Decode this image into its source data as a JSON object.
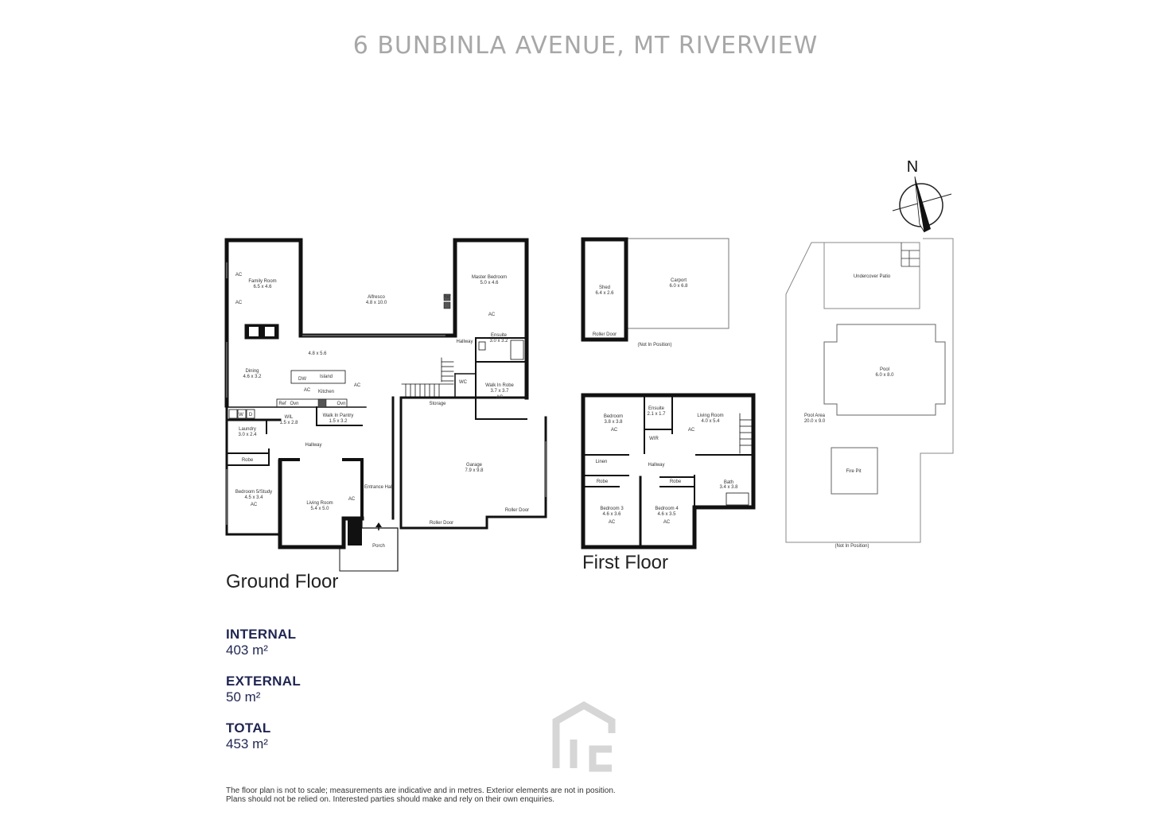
{
  "title": "6 BUNBINLA AVENUE, MT RIVERVIEW",
  "compass": {
    "label": "N"
  },
  "floors": {
    "ground": "Ground Floor",
    "first": "First Floor"
  },
  "ground_rooms": {
    "family": {
      "name": "Family Room",
      "dim": "6.5 x 4.6"
    },
    "alfresco": {
      "name": "Alfresco",
      "dim": "4.8 x 10.0"
    },
    "master": {
      "name": "Master Bedroom",
      "dim": "5.0 x 4.6"
    },
    "open_plan": {
      "dim": "4.8 x 5.6"
    },
    "dining": {
      "name": "Dining",
      "dim": "4.6 x 3.2"
    },
    "ensuite": {
      "name": "Ensuite",
      "dim": "3.0 x 3.2"
    },
    "wir_master": {
      "name": "Walk In Robe",
      "dim": "3.7 x 3.7"
    },
    "island": "Island",
    "kitchen": "Kitchen",
    "hallway_upper": "Hallway",
    "wc": "WC",
    "storage": "Storage",
    "wil": {
      "name": "WIL",
      "dim": "1.5 x 2.8"
    },
    "pantry": {
      "name": "Walk In Pantry",
      "dim": "1.5 x 3.2"
    },
    "laundry": {
      "name": "Laundry",
      "dim": "3.0 x 2.4"
    },
    "hallway": "Hallway",
    "robe": "Robe",
    "bed5": {
      "name": "Bedroom 5/Study",
      "dim": "4.5 x 3.4"
    },
    "living": {
      "name": "Living Room",
      "dim": "5.4 x 5.0"
    },
    "entrance": "Entrance Hall",
    "garage": {
      "name": "Garage",
      "dim": "7.9 x 9.8"
    },
    "roller_door": "Roller Door",
    "porch": "Porch",
    "ac": "AC",
    "ref": "Ref",
    "ovn": "Ovn",
    "dw": "DW",
    "w": "W",
    "d": "D"
  },
  "outbuildings": {
    "shed": {
      "name": "Shed",
      "dim": "6.4 x 2.6"
    },
    "shed_door": "Roller Door",
    "carport": {
      "name": "Carport",
      "dim": "6.0 x 6.8"
    },
    "not_in_position": "(Not In Position)"
  },
  "first_rooms": {
    "bed": {
      "name": "Bedroom",
      "dim": "3.8 x 3.8"
    },
    "ensuite": {
      "name": "Ensuite",
      "dim": "2.1 x 1.7"
    },
    "living": {
      "name": "Living Room",
      "dim": "4.0 x 5.4"
    },
    "wir": "WIR",
    "linen": "Linen",
    "hallway": "Hallway",
    "robe": "Robe",
    "bath": {
      "name": "Bath",
      "dim": "3.4 x 3.8"
    },
    "bed3": {
      "name": "Bedroom 3",
      "dim": "4.6 x 3.6"
    },
    "bed4": {
      "name": "Bedroom 4",
      "dim": "4.6 x 3.5"
    },
    "ac": "AC"
  },
  "outdoor": {
    "patio": "Undercover Patio",
    "pool": {
      "name": "Pool",
      "dim": "6.0 x 8.0"
    },
    "pool_area": {
      "name": "Pool Area",
      "dim": "20.0 x 9.0"
    },
    "fire_pit": "Fire Pit",
    "not_in_position": "(Not In Position)"
  },
  "stats": [
    {
      "label": "INTERNAL",
      "value": "403 m²"
    },
    {
      "label": "EXTERNAL",
      "value": "50 m²"
    },
    {
      "label": "TOTAL",
      "value": "453 m²"
    }
  ],
  "disclaimer": {
    "line1": "The floor plan is not to scale; measurements are indicative and in metres. Exterior elements are not in position.",
    "line2": "Plans should not be relied on. Interested parties should make and rely on their own enquiries."
  }
}
